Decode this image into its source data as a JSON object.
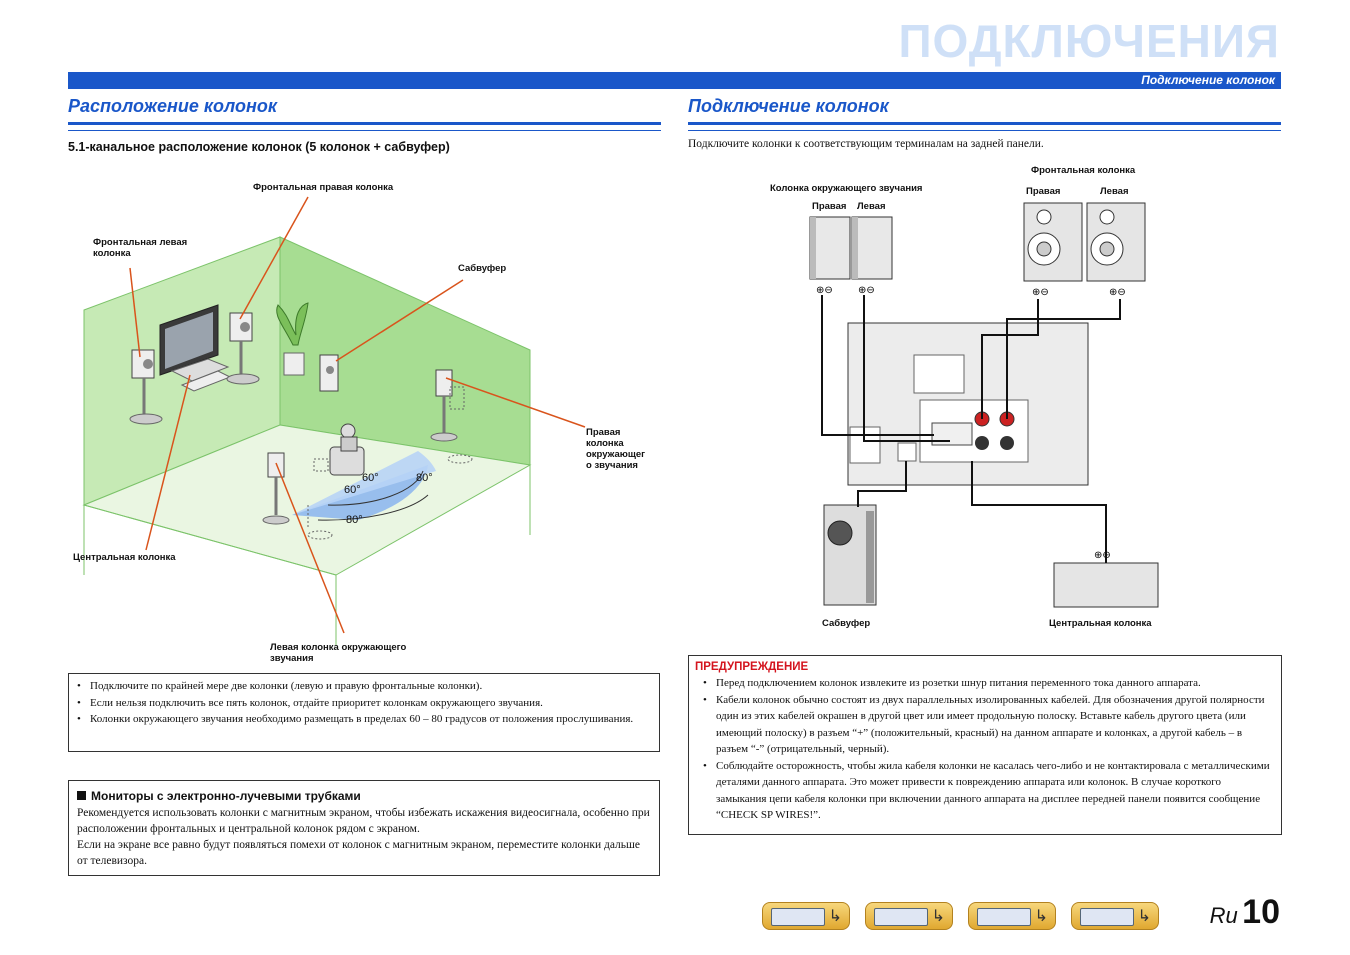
{
  "header": {
    "chapter": "ПОДКЛЮЧЕНИЯ",
    "bar_text": "Подключение колонок"
  },
  "left": {
    "title": "Расположение колонок",
    "subtitle": "5.1-канальное расположение колонок (5 колонок + сабвуфер)",
    "labels": {
      "front_right": "Фронтальная правая колонка",
      "front_left_1": "Фронтальная левая",
      "front_left_2": "колонка",
      "subwoofer": "Сабвуфер",
      "surround_right_1": "Правая",
      "surround_right_2": "колонка",
      "surround_right_3": "окружающег",
      "surround_right_4": "о звучания",
      "center": "Центральная колонка",
      "surround_left_1": "Левая колонка окружающего",
      "surround_left_2": "звучания",
      "angle_60a": "60°",
      "angle_60b": "60°",
      "angle_80a": "80°",
      "angle_80b": "80°"
    },
    "notes": [
      "Подключите по крайней мере две колонки (левую и правую фронтальные колонки).",
      "Если нельзя подключить все пять колонок, отдайте приоритет колонкам окружающего звучания.",
      "Колонки окружающего звучания необходимо размещать в пределах 60 – 80 градусов от положения прослушивания."
    ],
    "crt": {
      "heading": "Мониторы с электронно-лучевыми трубками",
      "p1": "Рекомендуется использовать колонки с магнитным экраном, чтобы избежать искажения видеосигнала, особенно при расположении фронтальных и центральной колонок рядом с экраном.",
      "p2": "Если на экране все равно будут появляться помехи от колонок с магнитным экраном, переместите колонки дальше от телевизора."
    }
  },
  "right": {
    "title": "Подключение колонок",
    "intro": "Подключите колонки к соответствующим терминалам на задней панели.",
    "labels": {
      "front": "Фронтальная колонка",
      "front_right": "Правая",
      "front_left": "Левая",
      "surround": "Колонка окружающего звучания",
      "surround_right": "Правая",
      "surround_left": "Левая",
      "subwoofer": "Сабвуфер",
      "center": "Центральная колонка"
    },
    "warning": {
      "heading": "ПРЕДУПРЕЖДЕНИЕ",
      "items": [
        "Перед подключением колонок извлеките из розетки шнур питания переменного тока данного аппарата.",
        "Кабели колонок обычно состоят из двух параллельных изолированных кабелей. Для обозначения другой полярности один из этих кабелей окрашен в другой цвет или имеет продольную полоску. Вставьте кабель другого цвета (или имеющий полоску) в разъем “+” (положительный, красный) на данном аппарате и колонках, а другой кабель – в разъем “-” (отрицательный, черный).",
        "Соблюдайте осторожность, чтобы жила кабеля колонки не касалась чего-либо и не контактировала с металлическими деталями данного аппарата. Это может привести к повреждению аппарата или колонок. В случае короткого замыкания цепи кабеля колонки при включении данного аппарата на дисплее передней панели появится сообщение “CHECK SP WIRES!”."
      ]
    }
  },
  "footer": {
    "nav_icons": [
      "front-panel-icon",
      "rear-panel-icon",
      "display-icon",
      "remote-control-icon"
    ],
    "lang": "Ru",
    "page": "10"
  },
  "colors": {
    "accent": "#1a57c9",
    "warning": "#d4141e",
    "room_green": "#b9e3a9",
    "listening_zone": "#8fb8ee"
  }
}
